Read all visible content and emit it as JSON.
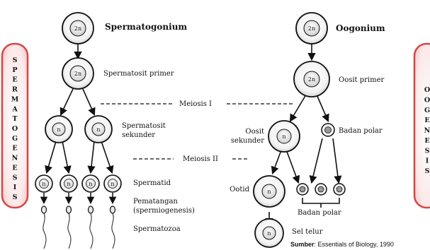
{
  "left": {
    "title": "Spermatogonium",
    "primer": "Spermatosit primer",
    "sekunder_1": "Spermatosit",
    "sekunder_2": "sekunder",
    "spermatid": "Spermatid",
    "pematangan_1": "Pematangan",
    "pematangan_2": "(spermiogenesis)",
    "spermatozoa": "Spermatozoa",
    "side_letters": [
      "S",
      "P",
      "E",
      "R",
      "M",
      "A",
      "T",
      "O",
      "G",
      "E",
      "N",
      "E",
      "S",
      "I",
      "S"
    ]
  },
  "right": {
    "title": "Oogonium",
    "primer": "Oosit primer",
    "sekunder_1": "Oosit",
    "sekunder_2": "sekunder",
    "badan_polar": "Badan polar",
    "ootid": "Ootid",
    "badan_polar_2": "Badan polar",
    "sel_telur": "Sel telur",
    "side_letters": [
      "O",
      "O",
      "G",
      "E",
      "N",
      "E",
      "S",
      "I",
      "S"
    ]
  },
  "meiosis": {
    "one": "Meiosis I",
    "two": "Meiosis II"
  },
  "nuclei": {
    "diploid": "2n",
    "haploid": "n"
  },
  "source": {
    "label": "Sumber",
    "text": ": Essentials of Biology, 1990"
  }
}
